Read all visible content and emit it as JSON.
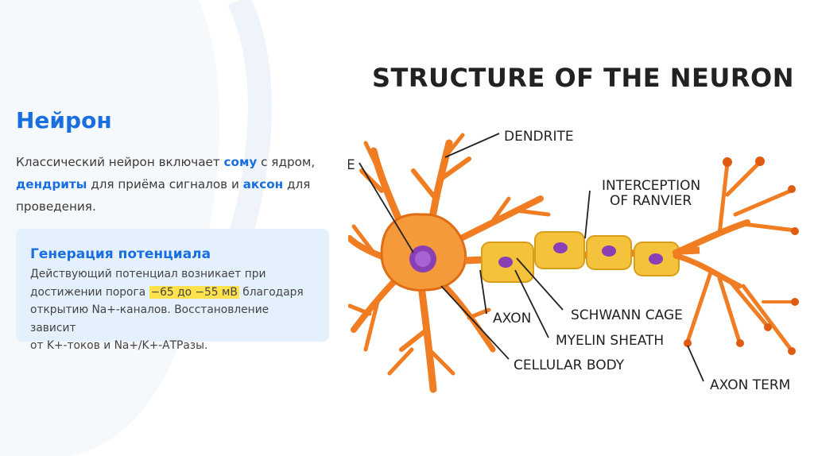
{
  "slide": {
    "heading": "Нейрон",
    "intro": {
      "part1": "Классический нейрон включает ",
      "soma": "сому",
      "part2": " с ядром,",
      "dendrites": "дендриты",
      "part3": " для приёма сигналов и ",
      "axon": "аксон",
      "part4": " для проведения."
    },
    "callout": {
      "title": "Генерация потенциала",
      "line1": "Действующий потенциал возникает при",
      "line2a": "достижении порога ",
      "threshold": "−65 до −55 мВ",
      "line2b": " благодаря",
      "line3": "открытию Na+-каналов. Восстановление зависит",
      "line4": "от K+-токов и Na+/K+-АТРазы."
    }
  },
  "diagram": {
    "title": "STRUCTURE OF THE NEURON",
    "labels": {
      "nucleus_partial": "E",
      "dendrite": "DENDRITE",
      "interception_1": "INTERCEPTION",
      "interception_2": "OF RANVIER",
      "axon": "AXON",
      "schwann": "SCHWANN CAGE",
      "myelin": "MYELIN SHEATH",
      "cellular_body": "CELLULAR BODY",
      "axon_term": "AXON TERM"
    },
    "colors": {
      "neuron": "#f07d22",
      "soma": "#f59a3a",
      "nucleus": "#8a3fb5",
      "myelin": "#f5c33b"
    }
  }
}
